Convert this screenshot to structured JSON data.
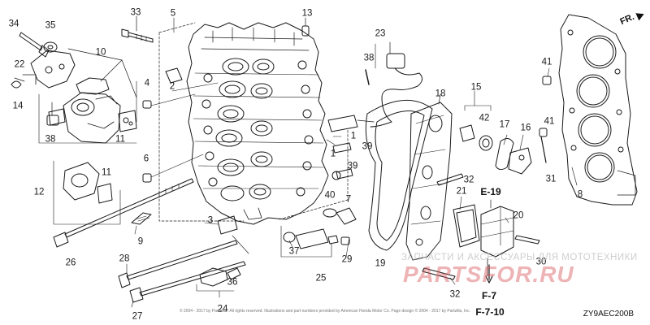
{
  "diagram": {
    "code": "ZY9AEC200B",
    "front_label": "FR.",
    "copyright": "© 2004 - 2017 by Partzilla / All rights reserved. Illustrations and part numbers provided by American Honda Motor Co. Page design © 2004 - 2017 by Partzilla, Inc.",
    "callouts": [
      {
        "id": "c33",
        "text": "33"
      },
      {
        "id": "c5",
        "text": "5"
      },
      {
        "id": "c13",
        "text": "13"
      },
      {
        "id": "c34",
        "text": "34"
      },
      {
        "id": "c35",
        "text": "35"
      },
      {
        "id": "c10",
        "text": "10"
      },
      {
        "id": "c22",
        "text": "22"
      },
      {
        "id": "c4",
        "text": "4"
      },
      {
        "id": "c2",
        "text": "2"
      },
      {
        "id": "c14",
        "text": "14"
      },
      {
        "id": "c38a",
        "text": "38"
      },
      {
        "id": "c11a",
        "text": "11"
      },
      {
        "id": "c6",
        "text": "6"
      },
      {
        "id": "c11b",
        "text": "11"
      },
      {
        "id": "c12",
        "text": "12"
      },
      {
        "id": "c9",
        "text": "9"
      },
      {
        "id": "c3",
        "text": "3"
      },
      {
        "id": "c26",
        "text": "26"
      },
      {
        "id": "c28",
        "text": "28"
      },
      {
        "id": "c27",
        "text": "27"
      },
      {
        "id": "c24",
        "text": "24"
      },
      {
        "id": "c36",
        "text": "36"
      },
      {
        "id": "c23",
        "text": "23"
      },
      {
        "id": "c38b",
        "text": "38"
      },
      {
        "id": "c1a",
        "text": "1"
      },
      {
        "id": "c39a",
        "text": "39"
      },
      {
        "id": "c1b",
        "text": "1"
      },
      {
        "id": "c39b",
        "text": "39"
      },
      {
        "id": "c40",
        "text": "40"
      },
      {
        "id": "c7",
        "text": "7"
      },
      {
        "id": "c37",
        "text": "37"
      },
      {
        "id": "c25",
        "text": "25"
      },
      {
        "id": "c29",
        "text": "29"
      },
      {
        "id": "c18",
        "text": "18"
      },
      {
        "id": "c19",
        "text": "19"
      },
      {
        "id": "c15",
        "text": "15"
      },
      {
        "id": "c42",
        "text": "42"
      },
      {
        "id": "c17",
        "text": "17"
      },
      {
        "id": "c16",
        "text": "16"
      },
      {
        "id": "c41a",
        "text": "41"
      },
      {
        "id": "c41b",
        "text": "41"
      },
      {
        "id": "c31",
        "text": "31"
      },
      {
        "id": "c8",
        "text": "8"
      },
      {
        "id": "c32a",
        "text": "32"
      },
      {
        "id": "c21",
        "text": "21"
      },
      {
        "id": "c20",
        "text": "20"
      },
      {
        "id": "c30",
        "text": "30"
      },
      {
        "id": "c32b",
        "text": "32"
      }
    ],
    "references": [
      {
        "id": "e19",
        "text": "E-19"
      },
      {
        "id": "f7",
        "text": "F-7"
      },
      {
        "id": "f710",
        "text": "F-7-10"
      }
    ]
  },
  "watermark": {
    "text": "ЗАПЧАСТИ И АКСЕССУАРЫ ДЛЯ МОТОТЕХНИКИ",
    "logo": "PARTSFOR.RU"
  }
}
